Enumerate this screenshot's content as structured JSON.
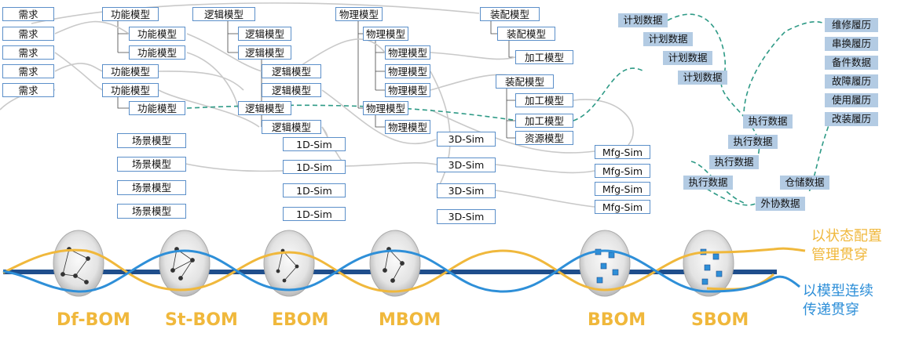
{
  "requirements": [
    "需求",
    "需求",
    "需求",
    "需求",
    "需求"
  ],
  "functional": [
    "功能模型",
    "功能模型",
    "功能模型",
    "功能模型",
    "功能模型",
    "功能模型"
  ],
  "scenarios": [
    "场景模型",
    "场景模型",
    "场景模型",
    "场景模型"
  ],
  "logical": [
    "逻辑模型",
    "逻辑模型",
    "逻辑模型",
    "逻辑模型",
    "逻辑模型",
    "逻辑模型",
    "逻辑模型"
  ],
  "sim1d": [
    "1D-Sim",
    "1D-Sim",
    "1D-Sim",
    "1D-Sim"
  ],
  "physical": [
    "物理模型",
    "物理模型",
    "物理模型",
    "物理模型",
    "物理模型",
    "物理模型",
    "物理模型"
  ],
  "sim3d": [
    "3D-Sim",
    "3D-Sim",
    "3D-Sim",
    "3D-Sim"
  ],
  "assembly": [
    "装配模型",
    "装配模型",
    "加工模型",
    "装配模型",
    "加工模型",
    "加工模型",
    "资源模型"
  ],
  "mfgsim": [
    "Mfg-Sim",
    "Mfg-Sim",
    "Mfg-Sim",
    "Mfg-Sim"
  ],
  "plan": [
    "计划数据",
    "计划数据",
    "计划数据",
    "计划数据"
  ],
  "exec": [
    "执行数据",
    "执行数据",
    "执行数据",
    "执行数据"
  ],
  "warehouse": "仓储数据",
  "outsource": "外协数据",
  "service": [
    "维修履历",
    "串换履历",
    "备件数据",
    "故障履历",
    "使用履历",
    "改装履历"
  ],
  "boms": [
    "Df-BOM",
    "St-BOM",
    "EBOM",
    "MBOM",
    "BBOM",
    "SBOM"
  ],
  "legend_state": [
    "以状态配置",
    "管理贯穿"
  ],
  "legend_model": [
    "以模型连续",
    "传递贯穿"
  ],
  "colors": {
    "box_border": "#5b8fc9",
    "tag_bg": "#b3cbe3",
    "teal": "#2e9a86",
    "gray": "#c8c8c8",
    "orange": "#f0b83c",
    "blue": "#2e8fd8",
    "axis": "#1f4e8c"
  }
}
